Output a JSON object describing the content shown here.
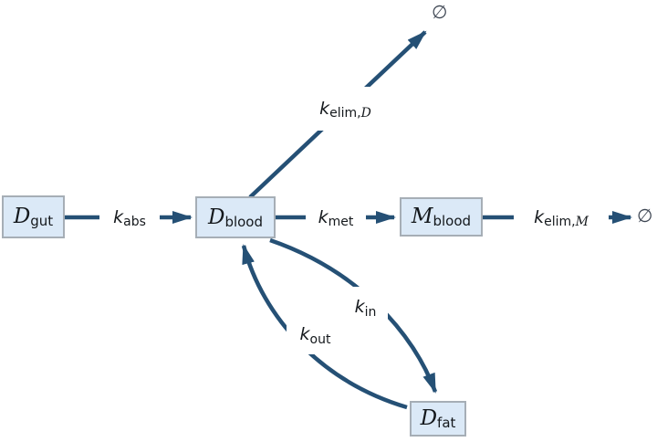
{
  "diagram": {
    "colors": {
      "edge": "#255075",
      "node_fill": "#dbe9f7",
      "node_border": "#a6aeb6",
      "sink": "#3e4653"
    },
    "nodes": {
      "gut": {
        "symbol": "D",
        "symbol_unicode": "𝒟",
        "subscript": "gut"
      },
      "blood_drug": {
        "symbol": "D",
        "symbol_unicode": "𝒟",
        "subscript": "blood"
      },
      "blood_metabolite": {
        "symbol": "M",
        "symbol_unicode": "ℳ",
        "subscript": "blood"
      },
      "fat": {
        "symbol": "D",
        "symbol_unicode": "𝒟",
        "subscript": "fat"
      }
    },
    "rates": {
      "abs": {
        "base": "k",
        "subscript": "abs"
      },
      "met": {
        "base": "k",
        "subscript": "met"
      },
      "elim_drug": {
        "base": "k",
        "subscript": "elim,",
        "subscript_symbol": "D",
        "subscript_symbol_unicode": "𝒟"
      },
      "elim_metabolite": {
        "base": "k",
        "subscript": "elim,",
        "subscript_symbol": "M",
        "subscript_symbol_unicode": "ℳ"
      },
      "in": {
        "base": "k",
        "subscript": "in"
      },
      "out": {
        "base": "k",
        "subscript": "out"
      }
    },
    "sinks": {
      "top": "∅",
      "right": "∅"
    }
  }
}
